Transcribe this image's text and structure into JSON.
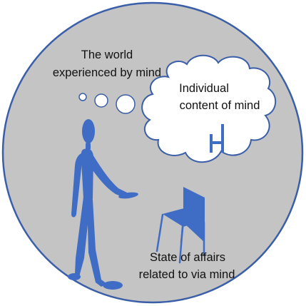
{
  "labels": {
    "world_line1": "The world",
    "world_line2": "experienced by mind",
    "content_line1": "Individual",
    "content_line2": "content of mind",
    "affairs_line1": "State of affairs",
    "affairs_line2": "related to via mind"
  },
  "colors": {
    "background": "#ffffff",
    "world_circle_fill": "#c4c4c4",
    "world_circle_stroke": "#3a5ea8",
    "thought_fill": "#ffffff",
    "thought_stroke": "#3a5ea8",
    "figure": "#3f6cc4",
    "chair": "#3f6cc4",
    "text": "#111111"
  },
  "icons": {
    "person": "person-figure-icon",
    "chair": "chair-icon",
    "mental_chair": "mental-chair-icon"
  }
}
